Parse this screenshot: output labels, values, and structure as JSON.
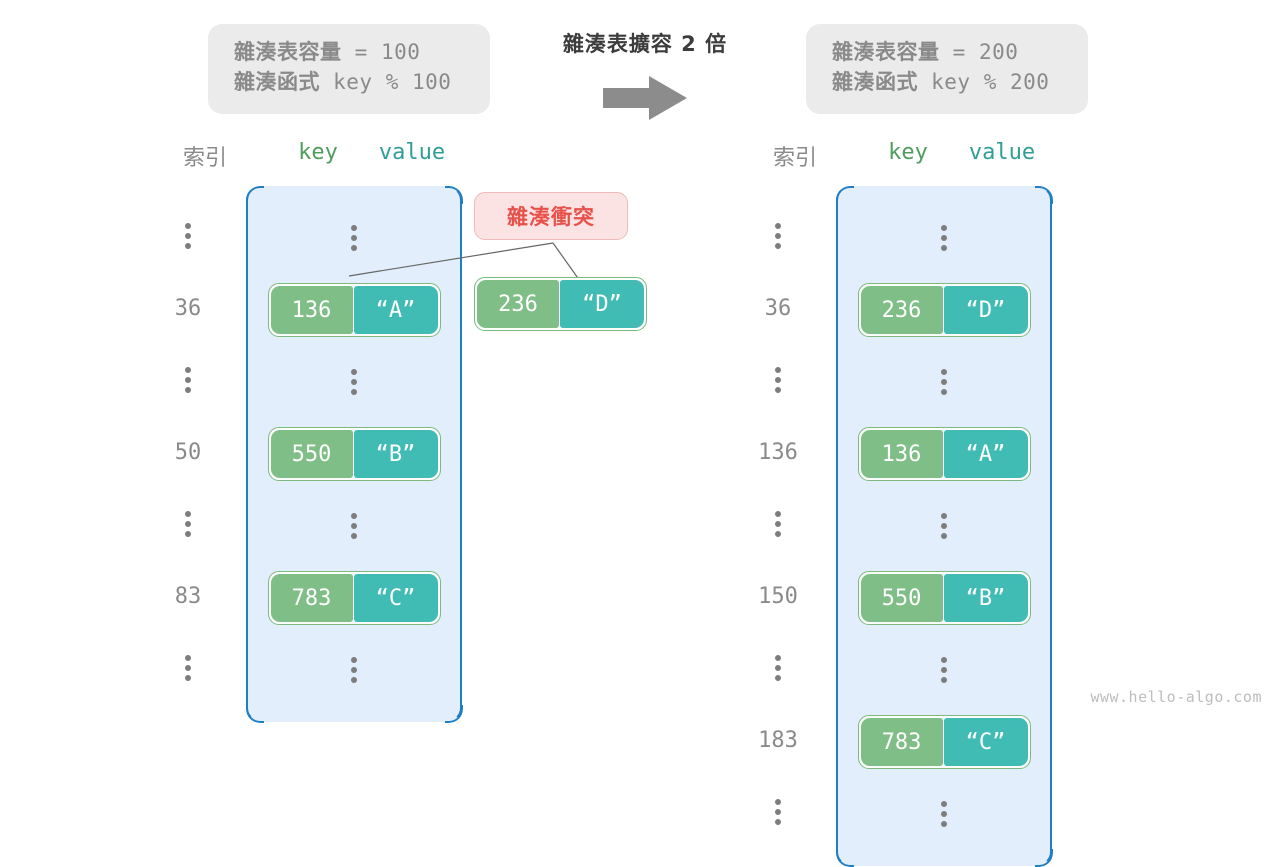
{
  "watermark": "www.hello-algo.com",
  "before": {
    "capacity_label": "雜湊表容量",
    "capacity_eq": " = ",
    "capacity_value": "100",
    "hashfn_label": "雜湊函式",
    "hashfn_expr": " key % 100"
  },
  "after": {
    "capacity_label": "雜湊表容量",
    "capacity_eq": " = ",
    "capacity_value": "200",
    "hashfn_label": "雜湊函式",
    "hashfn_expr": " key % 200"
  },
  "transition": {
    "label": "雜湊表擴容 2 倍",
    "arrow_icon": "arrow-right-icon"
  },
  "collision": {
    "badge_label": "雜湊衝突",
    "floating_entry": {
      "key": "236",
      "value": "“D”"
    }
  },
  "headers": {
    "index": "索引",
    "key": "key",
    "value": "value"
  },
  "left_table": {
    "rows": [
      {
        "index": "⋮",
        "type": "ellipsis"
      },
      {
        "index": "36",
        "type": "entry",
        "key": "136",
        "value": "“A”"
      },
      {
        "index": "⋮",
        "type": "ellipsis"
      },
      {
        "index": "50",
        "type": "entry",
        "key": "550",
        "value": "“B”"
      },
      {
        "index": "⋮",
        "type": "ellipsis"
      },
      {
        "index": "83",
        "type": "entry",
        "key": "783",
        "value": "“C”"
      },
      {
        "index": "⋮",
        "type": "ellipsis"
      }
    ]
  },
  "right_table": {
    "rows": [
      {
        "index": "⋮",
        "type": "ellipsis"
      },
      {
        "index": "36",
        "type": "entry",
        "key": "236",
        "value": "“D”"
      },
      {
        "index": "⋮",
        "type": "ellipsis"
      },
      {
        "index": "136",
        "type": "entry",
        "key": "136",
        "value": "“A”"
      },
      {
        "index": "⋮",
        "type": "ellipsis"
      },
      {
        "index": "150",
        "type": "entry",
        "key": "550",
        "value": "“B”"
      },
      {
        "index": "⋮",
        "type": "ellipsis"
      },
      {
        "index": "183",
        "type": "entry",
        "key": "783",
        "value": "“C”"
      },
      {
        "index": "⋮",
        "type": "ellipsis"
      }
    ]
  },
  "colors": {
    "key_cell": "#7fbe87",
    "value_cell": "#41bcb4",
    "bucket_bg": "#e2eefb",
    "bucket_border": "#1f7fc4",
    "pair_border": "#7cb97f",
    "capsule_bg": "#ebebeb",
    "capsule_text": "#8a8a8a",
    "collision_bg": "#fbe3e4",
    "collision_text": "#e8514a",
    "arrow": "#8c8c8c",
    "key_header": "#4f9d5c",
    "value_header": "#2f9e96",
    "index_text": "#8a8a8a"
  }
}
